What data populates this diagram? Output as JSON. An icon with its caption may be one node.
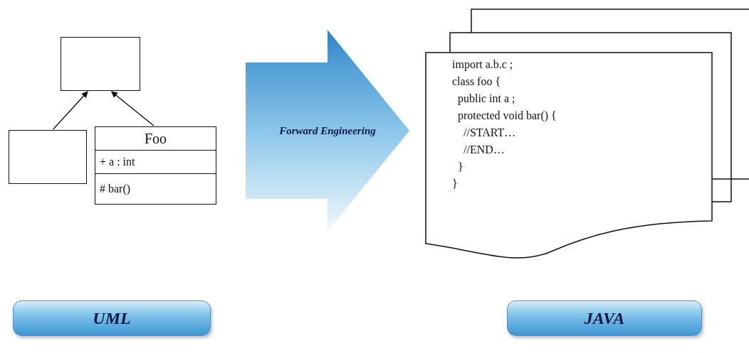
{
  "diagram": {
    "nodes": [
      {
        "text": [],
        "shape": "box"
      },
      {
        "text": [],
        "shape": "box"
      },
      {
        "text": [
          "Foo",
          "+ a : int",
          "# bar()"
        ]
      },
      {
        "text": [
          "import a.b.c ;",
          "class foo {",
          "public int a ;",
          "protected void bar() {",
          "//START…",
          "//END…",
          "}",
          "}"
        ]
      },
      {
        "text": [
          "UML"
        ]
      },
      {
        "text": [
          "JAVA"
        ]
      }
    ],
    "edges": [
      {
        "from": 1,
        "to": 0,
        "arrow": "to"
      },
      {
        "from": 2,
        "to": 0,
        "arrow": "to"
      },
      {
        "from": 2,
        "to": 3,
        "arrow": "to",
        "label": "Forward Engineering",
        "style": "thick"
      }
    ]
  }
}
